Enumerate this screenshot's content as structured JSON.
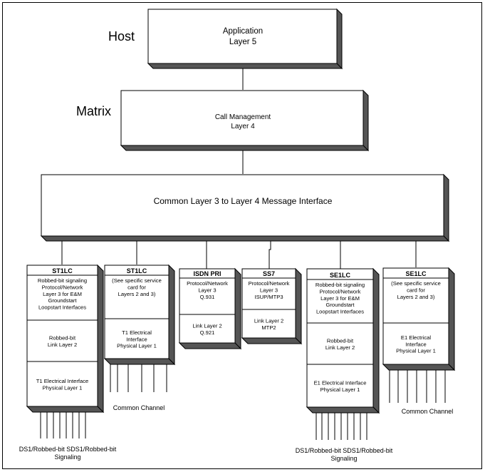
{
  "level_labels": {
    "host": "Host",
    "matrix": "Matrix"
  },
  "application": {
    "line1": "Application",
    "line2": "Layer 5"
  },
  "call_management": {
    "line1": "Call Management",
    "line2": "Layer 4"
  },
  "common_interface": {
    "label": "Common Layer 3 to Layer 4 Message Interface"
  },
  "cards": [
    {
      "title": "ST1LC",
      "sections": [
        [
          "Robbed-bit signaling",
          "Protocol/Network",
          "Layer 3 for E&M",
          "Groundstart",
          "Loopstart Interfaces"
        ],
        [
          "Robbed-bit",
          "Link Layer 2"
        ],
        [
          "T1 Electrical Interface",
          "Physical Layer 1"
        ]
      ]
    },
    {
      "title": "ST1LC",
      "sections": [
        [
          "(See  specific service",
          "card for",
          "Layers 2 and 3)"
        ],
        [
          "T1 Electrical",
          "Interface",
          "Physical Layer 1"
        ]
      ]
    },
    {
      "title": "ISDN PRI",
      "sections": [
        [
          "Protocol/Network",
          "Layer 3",
          "Q.931"
        ],
        [
          "Link Layer 2",
          "Q.921"
        ]
      ]
    },
    {
      "title": "SS7",
      "sections": [
        [
          "Protocol/Network",
          "Layer 3",
          "ISUP/MTP3"
        ],
        [
          "Link Layer 2",
          "MTP2"
        ]
      ]
    },
    {
      "title": "SE1LC",
      "sections": [
        [
          "Robbed-bit signaling",
          "Protocol/Network",
          "Layer 3 for E&M",
          "Groundstart",
          "Loopstart Interfaces"
        ],
        [
          "Robbed-bit",
          "Link Layer 2"
        ],
        [
          "E1 Electrical Interface",
          "Physical Layer 1"
        ]
      ]
    },
    {
      "title": "SE1LC",
      "sections": [
        [
          "(See  specific service",
          "card for",
          "Layers 2 and 3)"
        ],
        [
          "E1 Electrical",
          "Interface",
          "Physical Layer 1"
        ]
      ]
    }
  ],
  "bottom_labels": {
    "left_signaling": [
      "DS1/Robbed-bit SDS1/Robbed-bit",
      "Signaling"
    ],
    "left_channel": "Common  Channel",
    "right_signaling": [
      "DS1/Robbed-bit SDS1/Robbed-bit",
      "Signaling"
    ],
    "right_channel": "Common  Channel"
  }
}
